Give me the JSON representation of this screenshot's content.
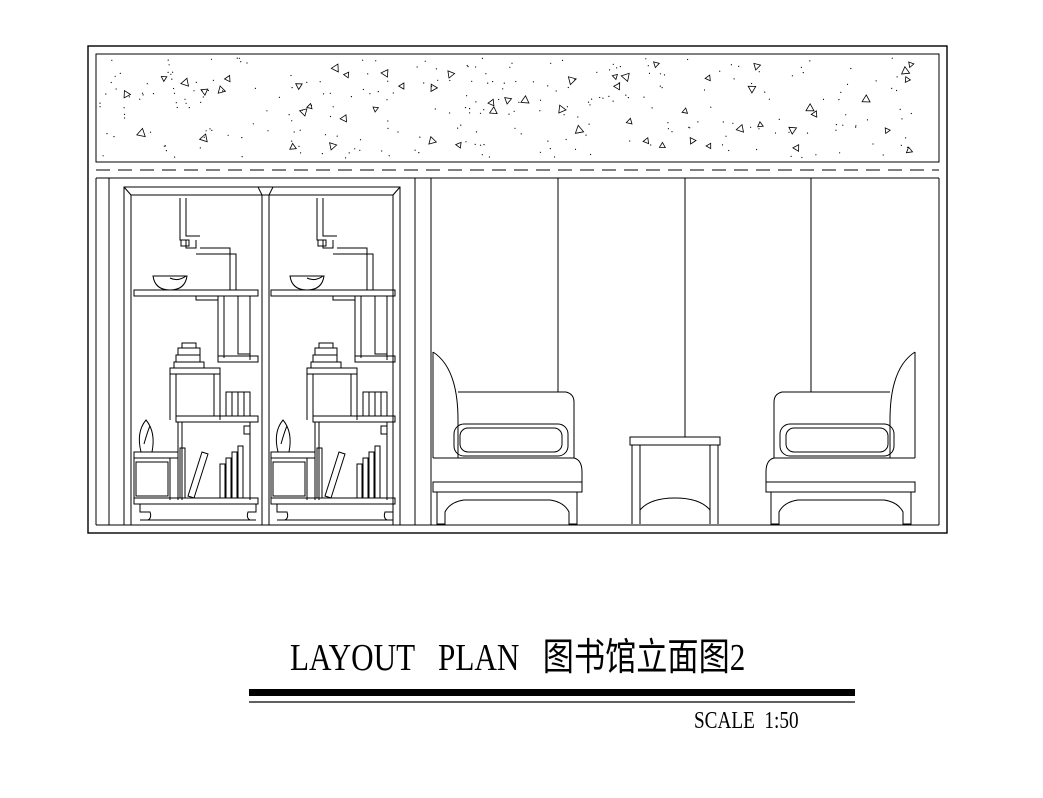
{
  "title": {
    "en_part1": "LAYOUT",
    "en_part2": "PLAN",
    "cn_part": "图书馆立面图2"
  },
  "scale": {
    "label": "SCALE",
    "value": "1:50"
  },
  "colors": {
    "line": "#000000",
    "background": "#ffffff"
  }
}
